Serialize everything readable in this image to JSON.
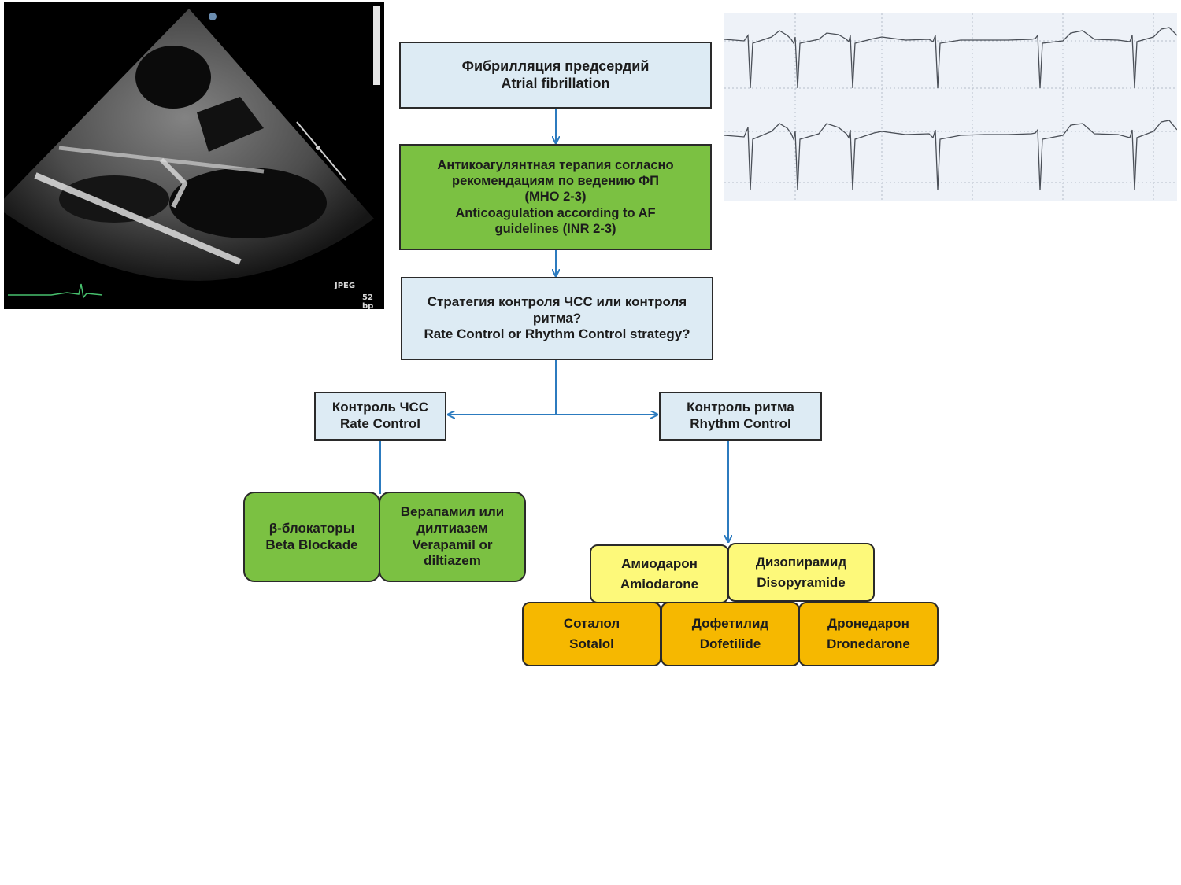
{
  "echo": {
    "speed_label": "52 bp",
    "jpeg_label": "JPEG"
  },
  "flowchart": {
    "atrial_fibrillation": {
      "ru": "Фибрилляция предсердий",
      "en": "Atrial fibrillation"
    },
    "anticoagulation": {
      "ru_line1": "Антикоагулянтная терапия согласно",
      "ru_line2": "рекомендациям по ведению ФП",
      "ru_line3": "(МНО 2-3)",
      "en_line1": "Anticoagulation according to AF",
      "en_line2": "guidelines (INR 2-3)"
    },
    "strategy": {
      "ru_line1": "Стратегия контроля ЧСС или контроля",
      "ru_line2": "ритма?",
      "en": "Rate Control or Rhythm Control strategy?"
    },
    "rate_control": {
      "ru": "Контроль ЧСС",
      "en": "Rate Control"
    },
    "rhythm_control": {
      "ru": "Контроль ритма",
      "en": "Rhythm Control"
    },
    "beta_blockers": {
      "ru": "β-блокаторы",
      "en": "Beta Blockade"
    },
    "verapamil": {
      "ru_line1": "Верапамил или",
      "ru_line2": "дилтиазем",
      "en_line1": "Verapamil or",
      "en_line2": "diltiazem"
    },
    "amiodarone": {
      "ru": "Амиодарон",
      "en": "Amiodarone"
    },
    "disopyramide": {
      "ru": "Дизопирамид",
      "en": "Disopyramide"
    },
    "sotalol": {
      "ru": "Соталол",
      "en": "Sotalol"
    },
    "dofetilide": {
      "ru": "Дофетилид",
      "en": "Dofetilide"
    },
    "dronedarone": {
      "ru": "Дронедарон",
      "en": "Dronedarone"
    }
  },
  "colors": {
    "blue_box": "#ddebf4",
    "green_box": "#7bc142",
    "yellow_box": "#fdf97a",
    "orange_box": "#f6b800",
    "arrow": "#2c7bbf"
  }
}
